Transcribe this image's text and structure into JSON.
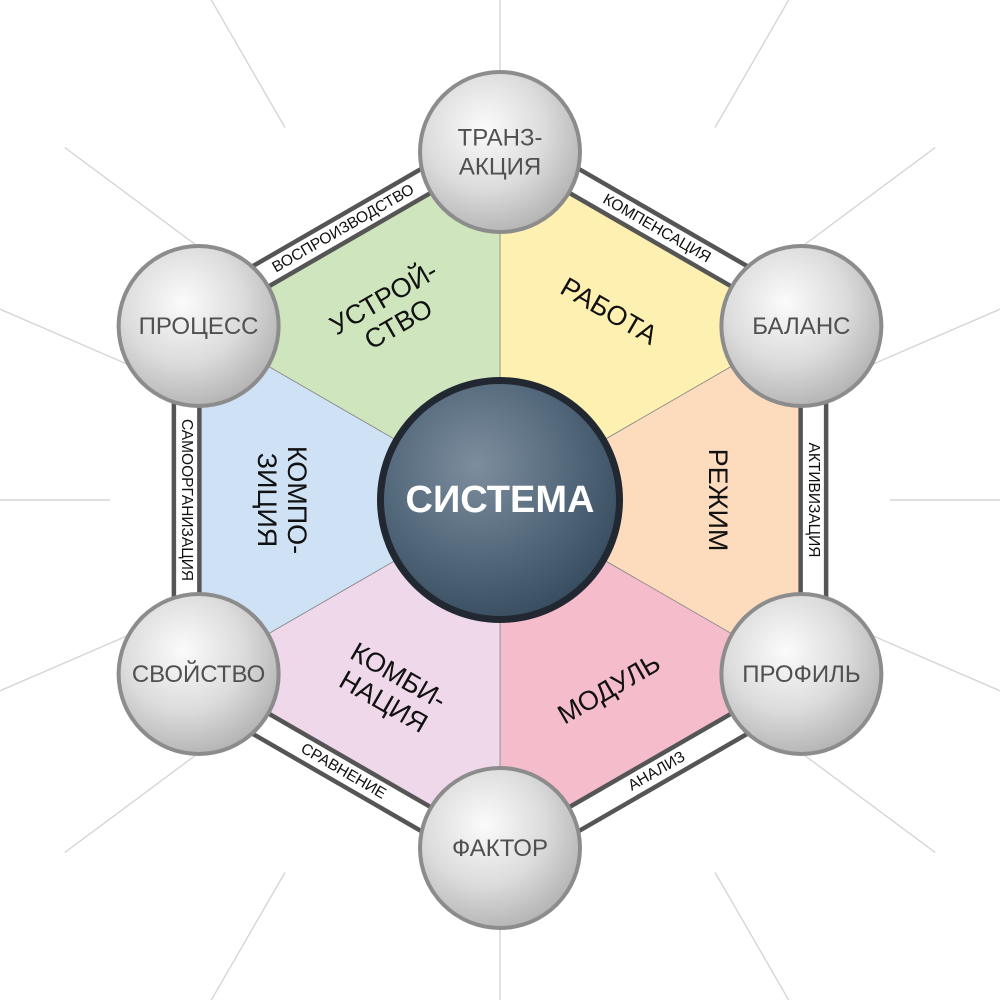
{
  "center": {
    "label": "СИСТЕМА",
    "color": "#4f6477"
  },
  "segments": [
    {
      "id": "rabota",
      "lines": [
        "РАБОТА"
      ],
      "color": "#fdf0b0"
    },
    {
      "id": "rezhim",
      "lines": [
        "РЕЖИМ"
      ],
      "color": "#fcdcbc"
    },
    {
      "id": "modul",
      "lines": [
        "МОДУЛЬ"
      ],
      "color": "#f5bccb"
    },
    {
      "id": "kombinaciya",
      "lines": [
        "КОМБИ-",
        "НАЦИЯ"
      ],
      "color": "#eed8ea"
    },
    {
      "id": "kompoziciya",
      "lines": [
        "КОМПО-",
        "ЗИЦИЯ"
      ],
      "color": "#cfe1f4"
    },
    {
      "id": "ustroistvo",
      "lines": [
        "УСТРОЙ-",
        "СТВО"
      ],
      "color": "#cfe5bd"
    }
  ],
  "nodes": [
    {
      "id": "tranzakciya",
      "lines": [
        "ТРАНЗ-",
        "АКЦИЯ"
      ]
    },
    {
      "id": "balans",
      "lines": [
        "БАЛАНС"
      ]
    },
    {
      "id": "profil",
      "lines": [
        "ПРОФИЛЬ"
      ]
    },
    {
      "id": "faktor",
      "lines": [
        "ФАКТОР"
      ]
    },
    {
      "id": "svoistvo",
      "lines": [
        "СВОЙСТВО"
      ]
    },
    {
      "id": "process",
      "lines": [
        "ПРОЦЕСС"
      ]
    }
  ],
  "edges": [
    {
      "id": "kompensaciya",
      "label": "КОМПЕНСАЦИЯ"
    },
    {
      "id": "aktivizaciya",
      "label": "АКТИВИЗАЦИЯ"
    },
    {
      "id": "analiz",
      "label": "АНАЛИЗ"
    },
    {
      "id": "sravnenie",
      "label": "СРАВНЕНИЕ"
    },
    {
      "id": "samoorganizaciya",
      "label": "САМООРГАНИЗАЦИЯ"
    },
    {
      "id": "vosproizvodstvo",
      "label": "ВОСПРОИЗВОДСТВО"
    }
  ]
}
